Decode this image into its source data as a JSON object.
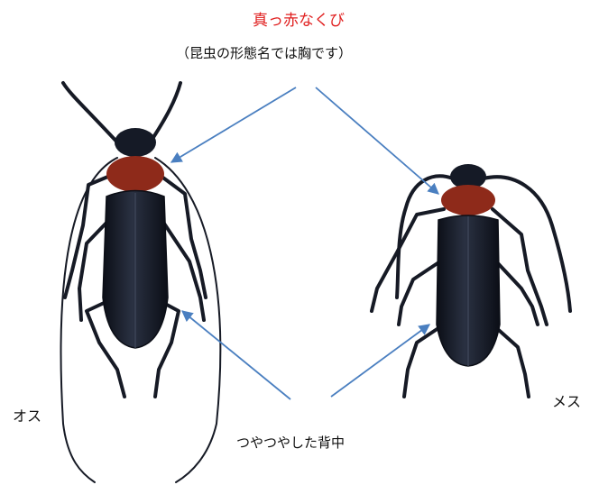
{
  "title": "真っ赤なくび",
  "subtitle": "（昆虫の形態名では胸です）",
  "labels": {
    "male": "オス",
    "female": "メス",
    "back": "つやつやした背中"
  },
  "colors": {
    "title": "#e02020",
    "arrow": "#4a7fc0",
    "beetle_body": "#121622",
    "beetle_neck": "#8e2a1a"
  }
}
